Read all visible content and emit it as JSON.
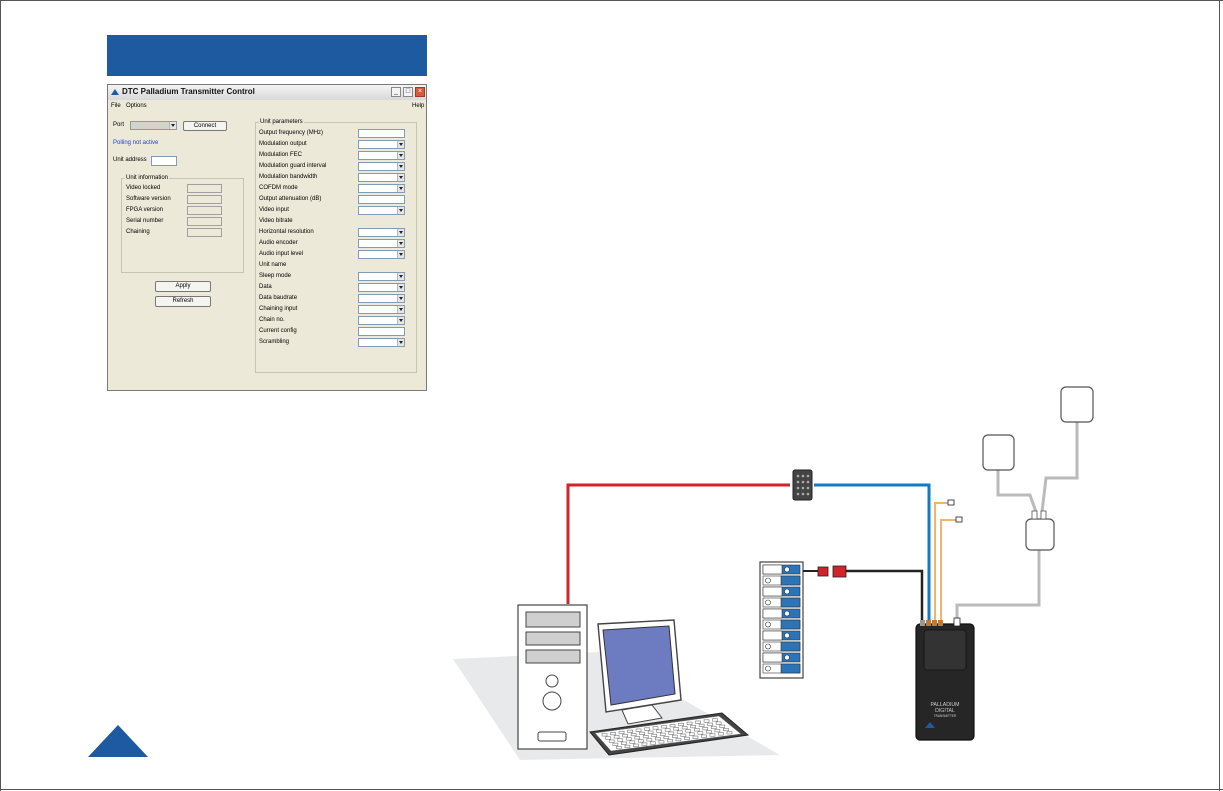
{
  "dialog": {
    "title": "DTC Palladium Transmitter Control",
    "menu": {
      "file": "File",
      "options": "Options",
      "help": "Help"
    },
    "port_label": "Port",
    "connect_label": "Connect",
    "status": "Polling not active",
    "unit_address_label": "Unit address",
    "unit_information": {
      "title": "Unit information",
      "rows": [
        "Video locked",
        "Software version",
        "FPGA version",
        "Serial number",
        "Chaining"
      ]
    },
    "apply_label": "Apply",
    "refresh_label": "Refresh",
    "unit_parameters": {
      "title": "Unit parameters",
      "rows": [
        {
          "label": "Output frequency (MHz)",
          "control": "text"
        },
        {
          "label": "Modulation output",
          "control": "combo"
        },
        {
          "label": "Modulation FEC",
          "control": "combo"
        },
        {
          "label": "Modulation guard interval",
          "control": "combo"
        },
        {
          "label": "Modulation bandwidth",
          "control": "combo"
        },
        {
          "label": "COFDM mode",
          "control": "combo"
        },
        {
          "label": "Output attenuation (dB)",
          "control": "text"
        },
        {
          "label": "Video input",
          "control": "combo"
        },
        {
          "label": "Video bitrate",
          "control": "none"
        },
        {
          "label": "Horizontal resolution",
          "control": "combo"
        },
        {
          "label": "Audio encoder",
          "control": "combo"
        },
        {
          "label": "Audio input level",
          "control": "combo"
        },
        {
          "label": "Unit name",
          "control": "none"
        },
        {
          "label": "Sleep mode",
          "control": "combo"
        },
        {
          "label": "Data",
          "control": "combo"
        },
        {
          "label": "Data baudrate",
          "control": "combo"
        },
        {
          "label": "Chaining input",
          "control": "combo"
        },
        {
          "label": "Chain no.",
          "control": "combo"
        },
        {
          "label": "Current config",
          "control": "text"
        },
        {
          "label": "Scrambling",
          "control": "combo"
        }
      ]
    }
  },
  "transmitter": {
    "line1": "PALLADIUM",
    "line2": "DIGITAL",
    "line3": "TRANSMITTER"
  },
  "colors": {
    "header_blue": "#1e5aa0",
    "red_cable": "#d2232a",
    "blue_cable": "#1479c4",
    "orange_cable": "#f2b36b",
    "monitor_screen": "#6d7bc0"
  }
}
